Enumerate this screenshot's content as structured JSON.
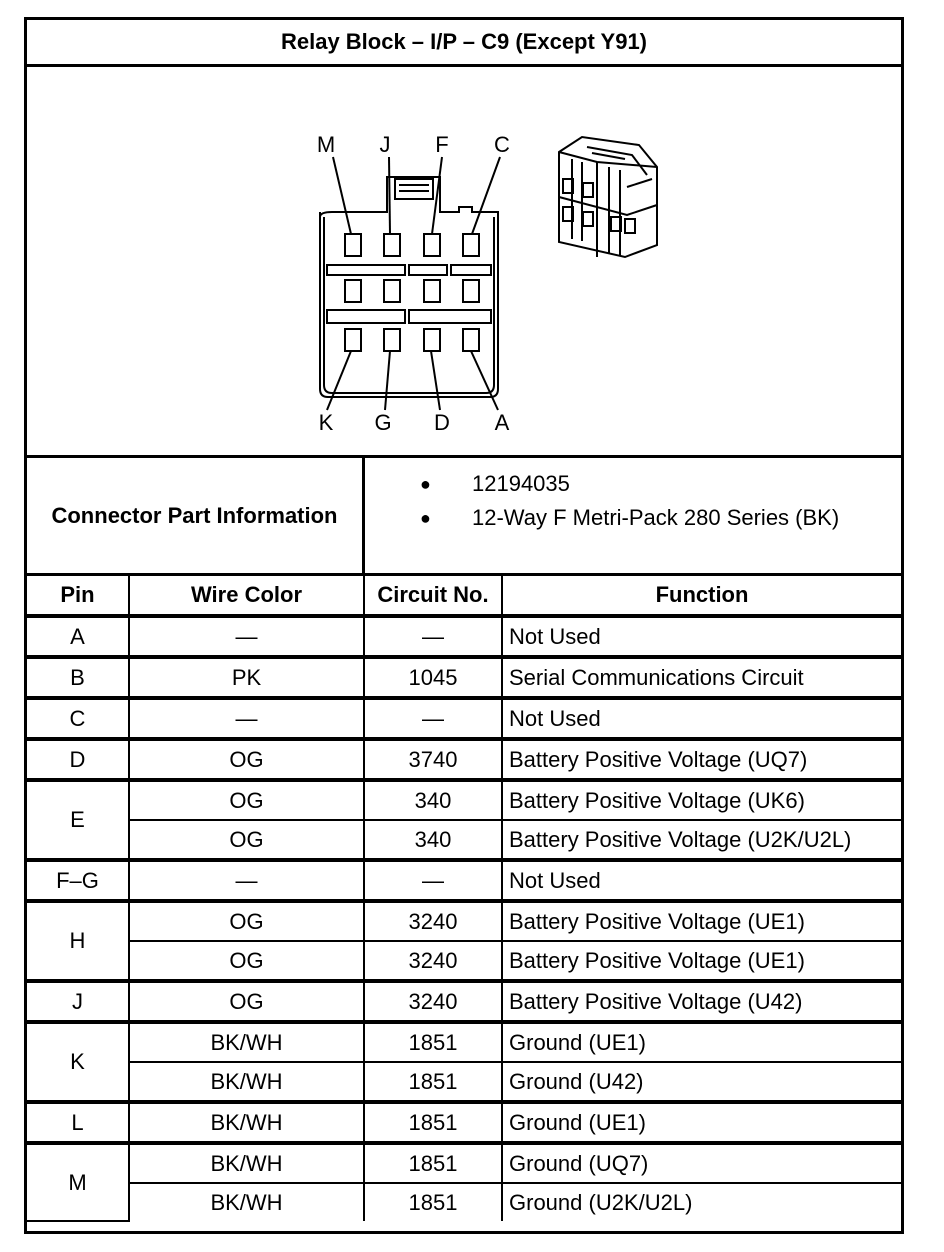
{
  "title": "Relay Block – I/P – C9 (Except Y91)",
  "diagram": {
    "top_labels": [
      "M",
      "J",
      "F",
      "C"
    ],
    "bottom_labels": [
      "K",
      "G",
      "D",
      "A"
    ]
  },
  "connector_info": {
    "label": "Connector Part Information",
    "items": [
      "12194035",
      "12-Way F Metri-Pack 280 Series (BK)"
    ]
  },
  "table": {
    "headers": [
      "Pin",
      "Wire Color",
      "Circuit No.",
      "Function"
    ],
    "groups": [
      {
        "pin": "A",
        "rows": [
          {
            "wire": "—",
            "circuit": "—",
            "function": "Not Used"
          }
        ]
      },
      {
        "pin": "B",
        "rows": [
          {
            "wire": "PK",
            "circuit": "1045",
            "function": "Serial Communications Circuit"
          }
        ]
      },
      {
        "pin": "C",
        "rows": [
          {
            "wire": "—",
            "circuit": "—",
            "function": "Not Used"
          }
        ]
      },
      {
        "pin": "D",
        "rows": [
          {
            "wire": "OG",
            "circuit": "3740",
            "function": "Battery Positive Voltage (UQ7)"
          }
        ]
      },
      {
        "pin": "E",
        "rows": [
          {
            "wire": "OG",
            "circuit": "340",
            "function": "Battery Positive Voltage (UK6)"
          },
          {
            "wire": "OG",
            "circuit": "340",
            "function": "Battery Positive Voltage (U2K/U2L)"
          }
        ]
      },
      {
        "pin": "F–G",
        "rows": [
          {
            "wire": "—",
            "circuit": "—",
            "function": "Not Used"
          }
        ]
      },
      {
        "pin": "H",
        "rows": [
          {
            "wire": "OG",
            "circuit": "3240",
            "function": "Battery Positive Voltage (UE1)"
          },
          {
            "wire": "OG",
            "circuit": "3240",
            "function": "Battery Positive Voltage (UE1)"
          }
        ]
      },
      {
        "pin": "J",
        "rows": [
          {
            "wire": "OG",
            "circuit": "3240",
            "function": "Battery Positive Voltage (U42)"
          }
        ]
      },
      {
        "pin": "K",
        "rows": [
          {
            "wire": "BK/WH",
            "circuit": "1851",
            "function": "Ground (UE1)"
          },
          {
            "wire": "BK/WH",
            "circuit": "1851",
            "function": "Ground (U42)"
          }
        ]
      },
      {
        "pin": "L",
        "rows": [
          {
            "wire": "BK/WH",
            "circuit": "1851",
            "function": "Ground (UE1)"
          }
        ]
      },
      {
        "pin": "M",
        "rows": [
          {
            "wire": "BK/WH",
            "circuit": "1851",
            "function": "Ground (UQ7)"
          },
          {
            "wire": "BK/WH",
            "circuit": "1851",
            "function": "Ground (U2K/U2L)"
          }
        ]
      }
    ]
  }
}
